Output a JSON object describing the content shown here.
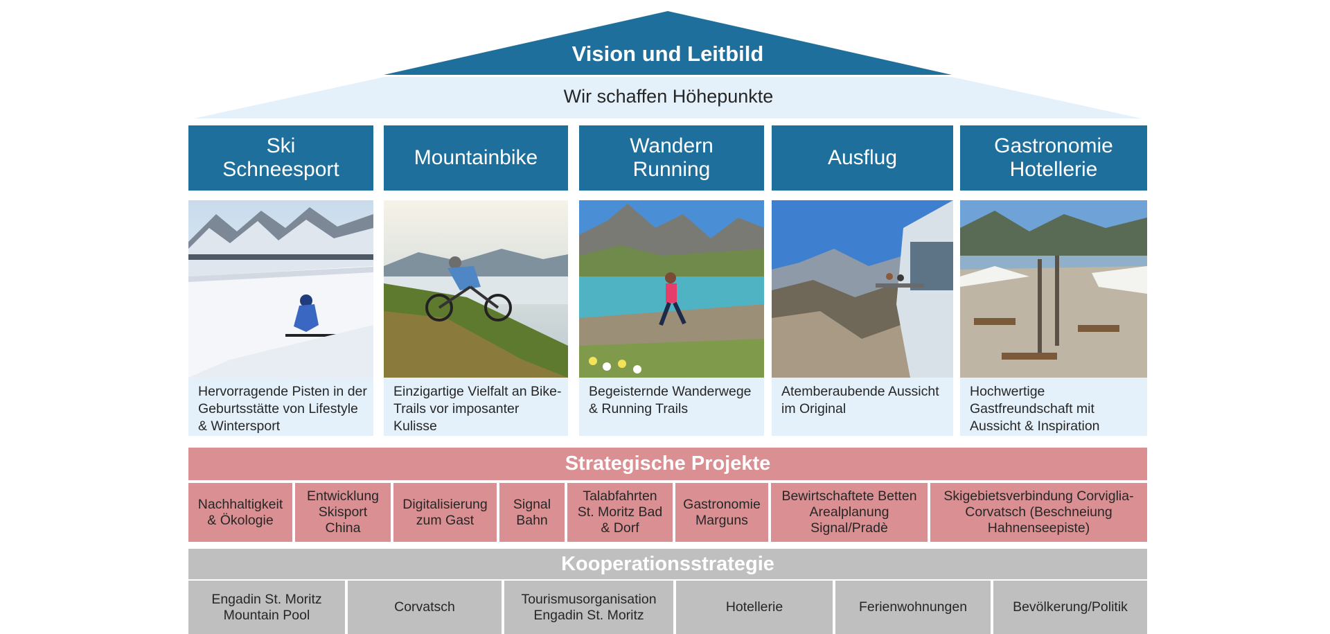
{
  "roof": {
    "title": "Vision und Leitbild",
    "subtitle": "Wir schaffen Höhepunkte"
  },
  "pillars": [
    {
      "title": "Ski\nSchneesport",
      "photo": "skier-on-slope",
      "description": "Hervorragende Pisten in der Geburtsstätte von Lifestyle & Wintersport"
    },
    {
      "title": "Mountainbike",
      "photo": "mountain-biker",
      "description": "Einzigartige Vielfalt an Bike-Trails vor imposanter Kulisse"
    },
    {
      "title": "Wandern\nRunning",
      "photo": "runner-at-lake",
      "description": "Begeisternde Wanderwege & Running Trails"
    },
    {
      "title": "Ausflug",
      "photo": "mountain-viewpoint",
      "description": "Atemberaubende Aussicht im Original"
    },
    {
      "title": "Gastronomie\nHotellerie",
      "photo": "mountain-terrace-restaurant",
      "description": "Hochwertige Gastfreundschaft mit Aussicht & Inspiration"
    }
  ],
  "strategic": {
    "title": "Strategische Projekte",
    "items": [
      "Nachhaltigkeit\n& Ökologie",
      "Entwicklung\nSkisport\nChina",
      "Digitalisierung\nzum Gast",
      "Signal\nBahn",
      "Talabfahrten\nSt. Moritz Bad\n& Dorf",
      "Gastronomie\nMarguns",
      "Bewirtschaftete Betten\nArealplanung\nSignal/Pradè",
      "Skigebietsverbindung Corviglia-\nCorvatsch (Beschneiung\nHahnenseepiste)"
    ]
  },
  "cooperation": {
    "title": "Kooperationsstrategie",
    "items": [
      "Engadin St. Moritz\nMountain Pool",
      "Corvatsch",
      "Tourismusorganisation\nEngadin St. Moritz",
      "Hotellerie",
      "Ferienwohnungen",
      "Bevölkerung/Politik"
    ]
  },
  "colors": {
    "pillar_header": "#1f6f9c",
    "pillar_body": "#e4f1fa",
    "strategic": "#da9093",
    "cooperation": "#bfbfbf"
  }
}
